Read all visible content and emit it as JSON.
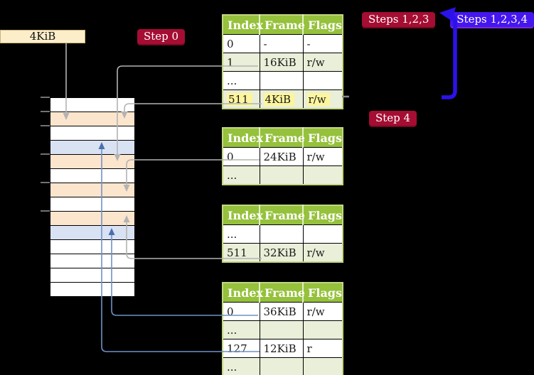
{
  "page_size_label": "4KiB",
  "badges": {
    "step0": "Step 0",
    "steps123": "Steps 1,2,3",
    "steps1234": "Steps 1,2,3,4",
    "step4": "Step 4"
  },
  "tables": [
    {
      "name": "page-table-top",
      "headers": [
        "Index",
        "Frame",
        "Flags"
      ],
      "rows": [
        [
          "0",
          "-",
          "-"
        ],
        [
          "1",
          "16KiB",
          "r/w"
        ],
        [
          "...",
          "",
          ""
        ],
        [
          "511",
          "4KiB",
          "r/w"
        ]
      ],
      "highlight_row": 3
    },
    {
      "name": "page-table-second",
      "headers": [
        "Index",
        "Frame",
        "Flags"
      ],
      "rows": [
        [
          "0",
          "24KiB",
          "r/w"
        ],
        [
          "...",
          "",
          ""
        ]
      ],
      "highlight_row": -1
    },
    {
      "name": "page-table-third",
      "headers": [
        "Index",
        "Frame",
        "Flags"
      ],
      "rows": [
        [
          "...",
          "",
          ""
        ],
        [
          "511",
          "32KiB",
          "r/w"
        ]
      ],
      "highlight_row": -1
    },
    {
      "name": "page-table-bottom",
      "headers": [
        "Index",
        "Frame",
        "Flags"
      ],
      "rows": [
        [
          "0",
          "36KiB",
          "r/w"
        ],
        [
          "...",
          "",
          ""
        ],
        [
          "127",
          "12KiB",
          "r"
        ],
        [
          "...",
          "",
          ""
        ]
      ],
      "highlight_row": -1
    }
  ],
  "memory": {
    "rows": [
      {
        "type": "empty"
      },
      {
        "type": "page"
      },
      {
        "type": "empty"
      },
      {
        "type": "pagetable"
      },
      {
        "type": "page"
      },
      {
        "type": "empty"
      },
      {
        "type": "page"
      },
      {
        "type": "empty"
      },
      {
        "type": "page"
      },
      {
        "type": "pagetable"
      },
      {
        "type": "empty"
      },
      {
        "type": "empty"
      },
      {
        "type": "empty"
      },
      {
        "type": "empty"
      }
    ]
  },
  "colors": {
    "badge_red": "#a50d33",
    "badge_blue": "#4517ee",
    "table_header_green": "#95c13c",
    "table_row_alt_green": "#e9efd8",
    "frame_page_peach": "#fce5cd",
    "frame_pagetable_blue": "#d9e2f3",
    "label_box_wheat": "#fdeeca",
    "highlight_yellow": "#fdf59d",
    "connector_gray": "#b3b3b3",
    "connector_blue": "#7191c7",
    "big_arrow_blue": "#2c12ea"
  }
}
